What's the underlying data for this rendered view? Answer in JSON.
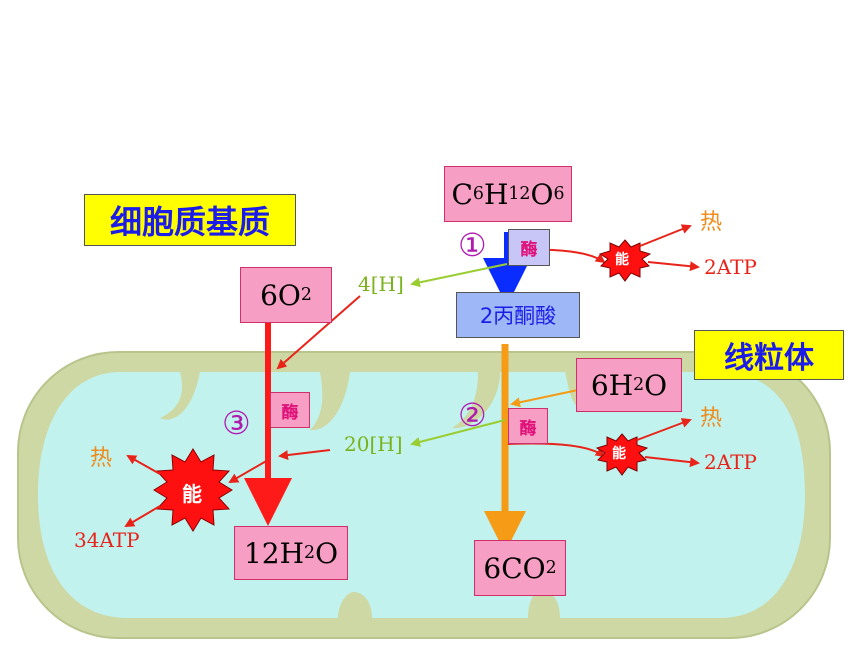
{
  "labels": {
    "cytoplasm": "细胞质基质",
    "mitochondria": "线粒体",
    "glucose": {
      "pre1": "C",
      "sub1": "6",
      "pre2": "H",
      "sub2": "12",
      "pre3": "O",
      "sub3": "6"
    },
    "pyruvate": "2丙酮酸",
    "oxygen": {
      "pre": "6O",
      "sub": "2"
    },
    "water_in": {
      "pre": "6H",
      "sub": "2",
      "post": "O"
    },
    "water_out": {
      "pre": "12H",
      "sub": "2",
      "post": "O"
    },
    "co2": {
      "pre": "6CO",
      "sub": "2"
    },
    "enzyme": "酶",
    "energy": "能",
    "heat": "热",
    "atp_small": "2ATP",
    "atp_large": "34ATP",
    "h_4": "4[H]",
    "h_20": "20[H]",
    "step1": "①",
    "step2": "②",
    "step3": "③"
  },
  "colors": {
    "mito_outer": "#cdd8a4",
    "mito_inner": "#c2f2ee",
    "pink_box": "#f79ec4",
    "yellow_box": "#ffff00",
    "blue_box": "#9eb8f7",
    "blue_arrow": "#0a2cff",
    "orange_arrow": "#f59b16",
    "red_arrow": "#ff1a1a",
    "green_arrow": "#9acd32",
    "energy_star": "#ff1010"
  }
}
